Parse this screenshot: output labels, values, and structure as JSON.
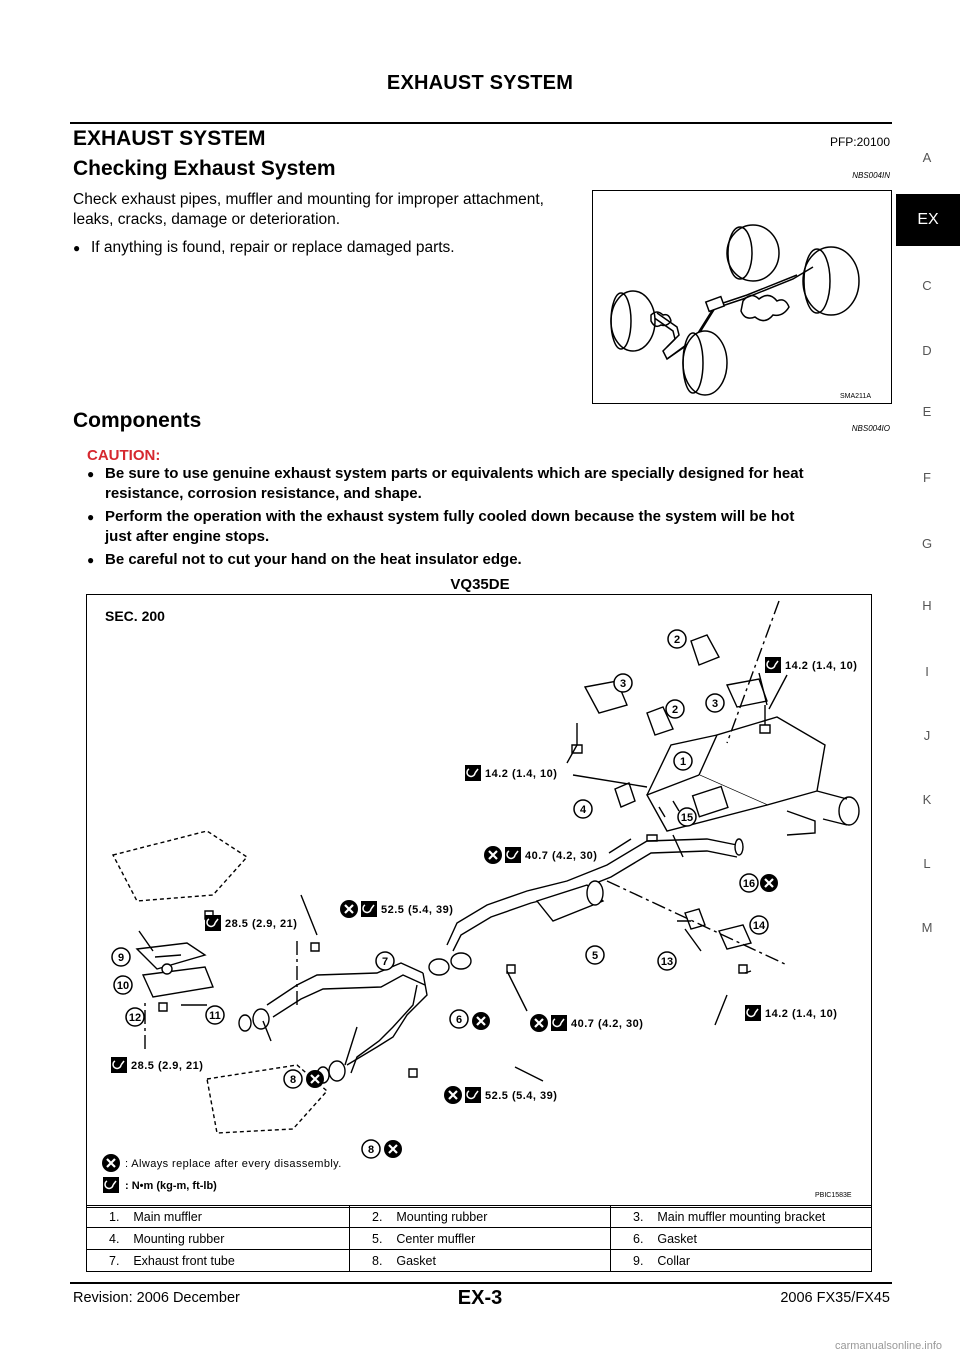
{
  "header": {
    "title": "EXHAUST SYSTEM"
  },
  "section": {
    "title": "EXHAUST SYSTEM",
    "pfp": "PFP:20100"
  },
  "checking": {
    "title": "Checking Exhaust System",
    "code": "NBS004IN",
    "para1": "Check exhaust pipes, muffler and mounting for improper attachment,",
    "para2": "leaks, cracks, damage or deterioration.",
    "bullet": "If anything is found, repair or replace damaged parts.",
    "figure_code": "SMA211A"
  },
  "components": {
    "title": "Components",
    "code": "NBS004IO",
    "caution_label": "CAUTION:",
    "cautions": [
      {
        "line1": "Be sure to use genuine exhaust system parts or equivalents which are specially designed for heat",
        "line2": "resistance, corrosion resistance, and shape."
      },
      {
        "line1": "Perform the operation with the exhaust system fully cooled down because the system will be hot",
        "line2": "just after engine stops."
      },
      {
        "line1": "Be careful not to cut your hand on the heat insulator edge.",
        "line2": ""
      }
    ],
    "engine": "VQ35DE"
  },
  "diagram": {
    "sec": "SEC. 200",
    "code": "PBIC1583E",
    "torques": {
      "t1": "14.2 (1.4, 10)",
      "t2": "14.2 (1.4, 10)",
      "t3": "40.7 (4.2, 30)",
      "t4": "52.5 (5.4, 39)",
      "t5": "28.5 (2.9, 21)",
      "t6": "40.7 (4.2, 30)",
      "t7": "14.2 (1.4, 10)",
      "t8": "28.5 (2.9, 21)",
      "t9": "52.5 (5.4, 39)"
    },
    "callouts": [
      "1",
      "2",
      "2",
      "3",
      "3",
      "4",
      "5",
      "6",
      "7",
      "8",
      "8",
      "9",
      "10",
      "11",
      "12",
      "13",
      "14",
      "15",
      "16"
    ],
    "legend_replace": ": Always replace after every disassembly.",
    "legend_torque": ": N•m (kg-m, ft-lb)"
  },
  "parts": [
    [
      "1.",
      "Main muffler",
      "2.",
      "Mounting rubber",
      "3.",
      "Main muffler mounting bracket"
    ],
    [
      "4.",
      "Mounting rubber",
      "5.",
      "Center muffler",
      "6.",
      "Gasket"
    ],
    [
      "7.",
      "Exhaust front tube",
      "8.",
      "Gasket",
      "9.",
      "Collar"
    ]
  ],
  "side_index": [
    "A",
    "EX",
    "C",
    "D",
    "E",
    "F",
    "G",
    "H",
    "I",
    "J",
    "K",
    "L",
    "M"
  ],
  "footer": {
    "revision": "Revision: 2006 December",
    "page": "EX-3",
    "model": "2006 FX35/FX45",
    "watermark": "carmanualsonline.info"
  },
  "icons": [
    "bolt-torque-icon",
    "replace-x-icon"
  ]
}
